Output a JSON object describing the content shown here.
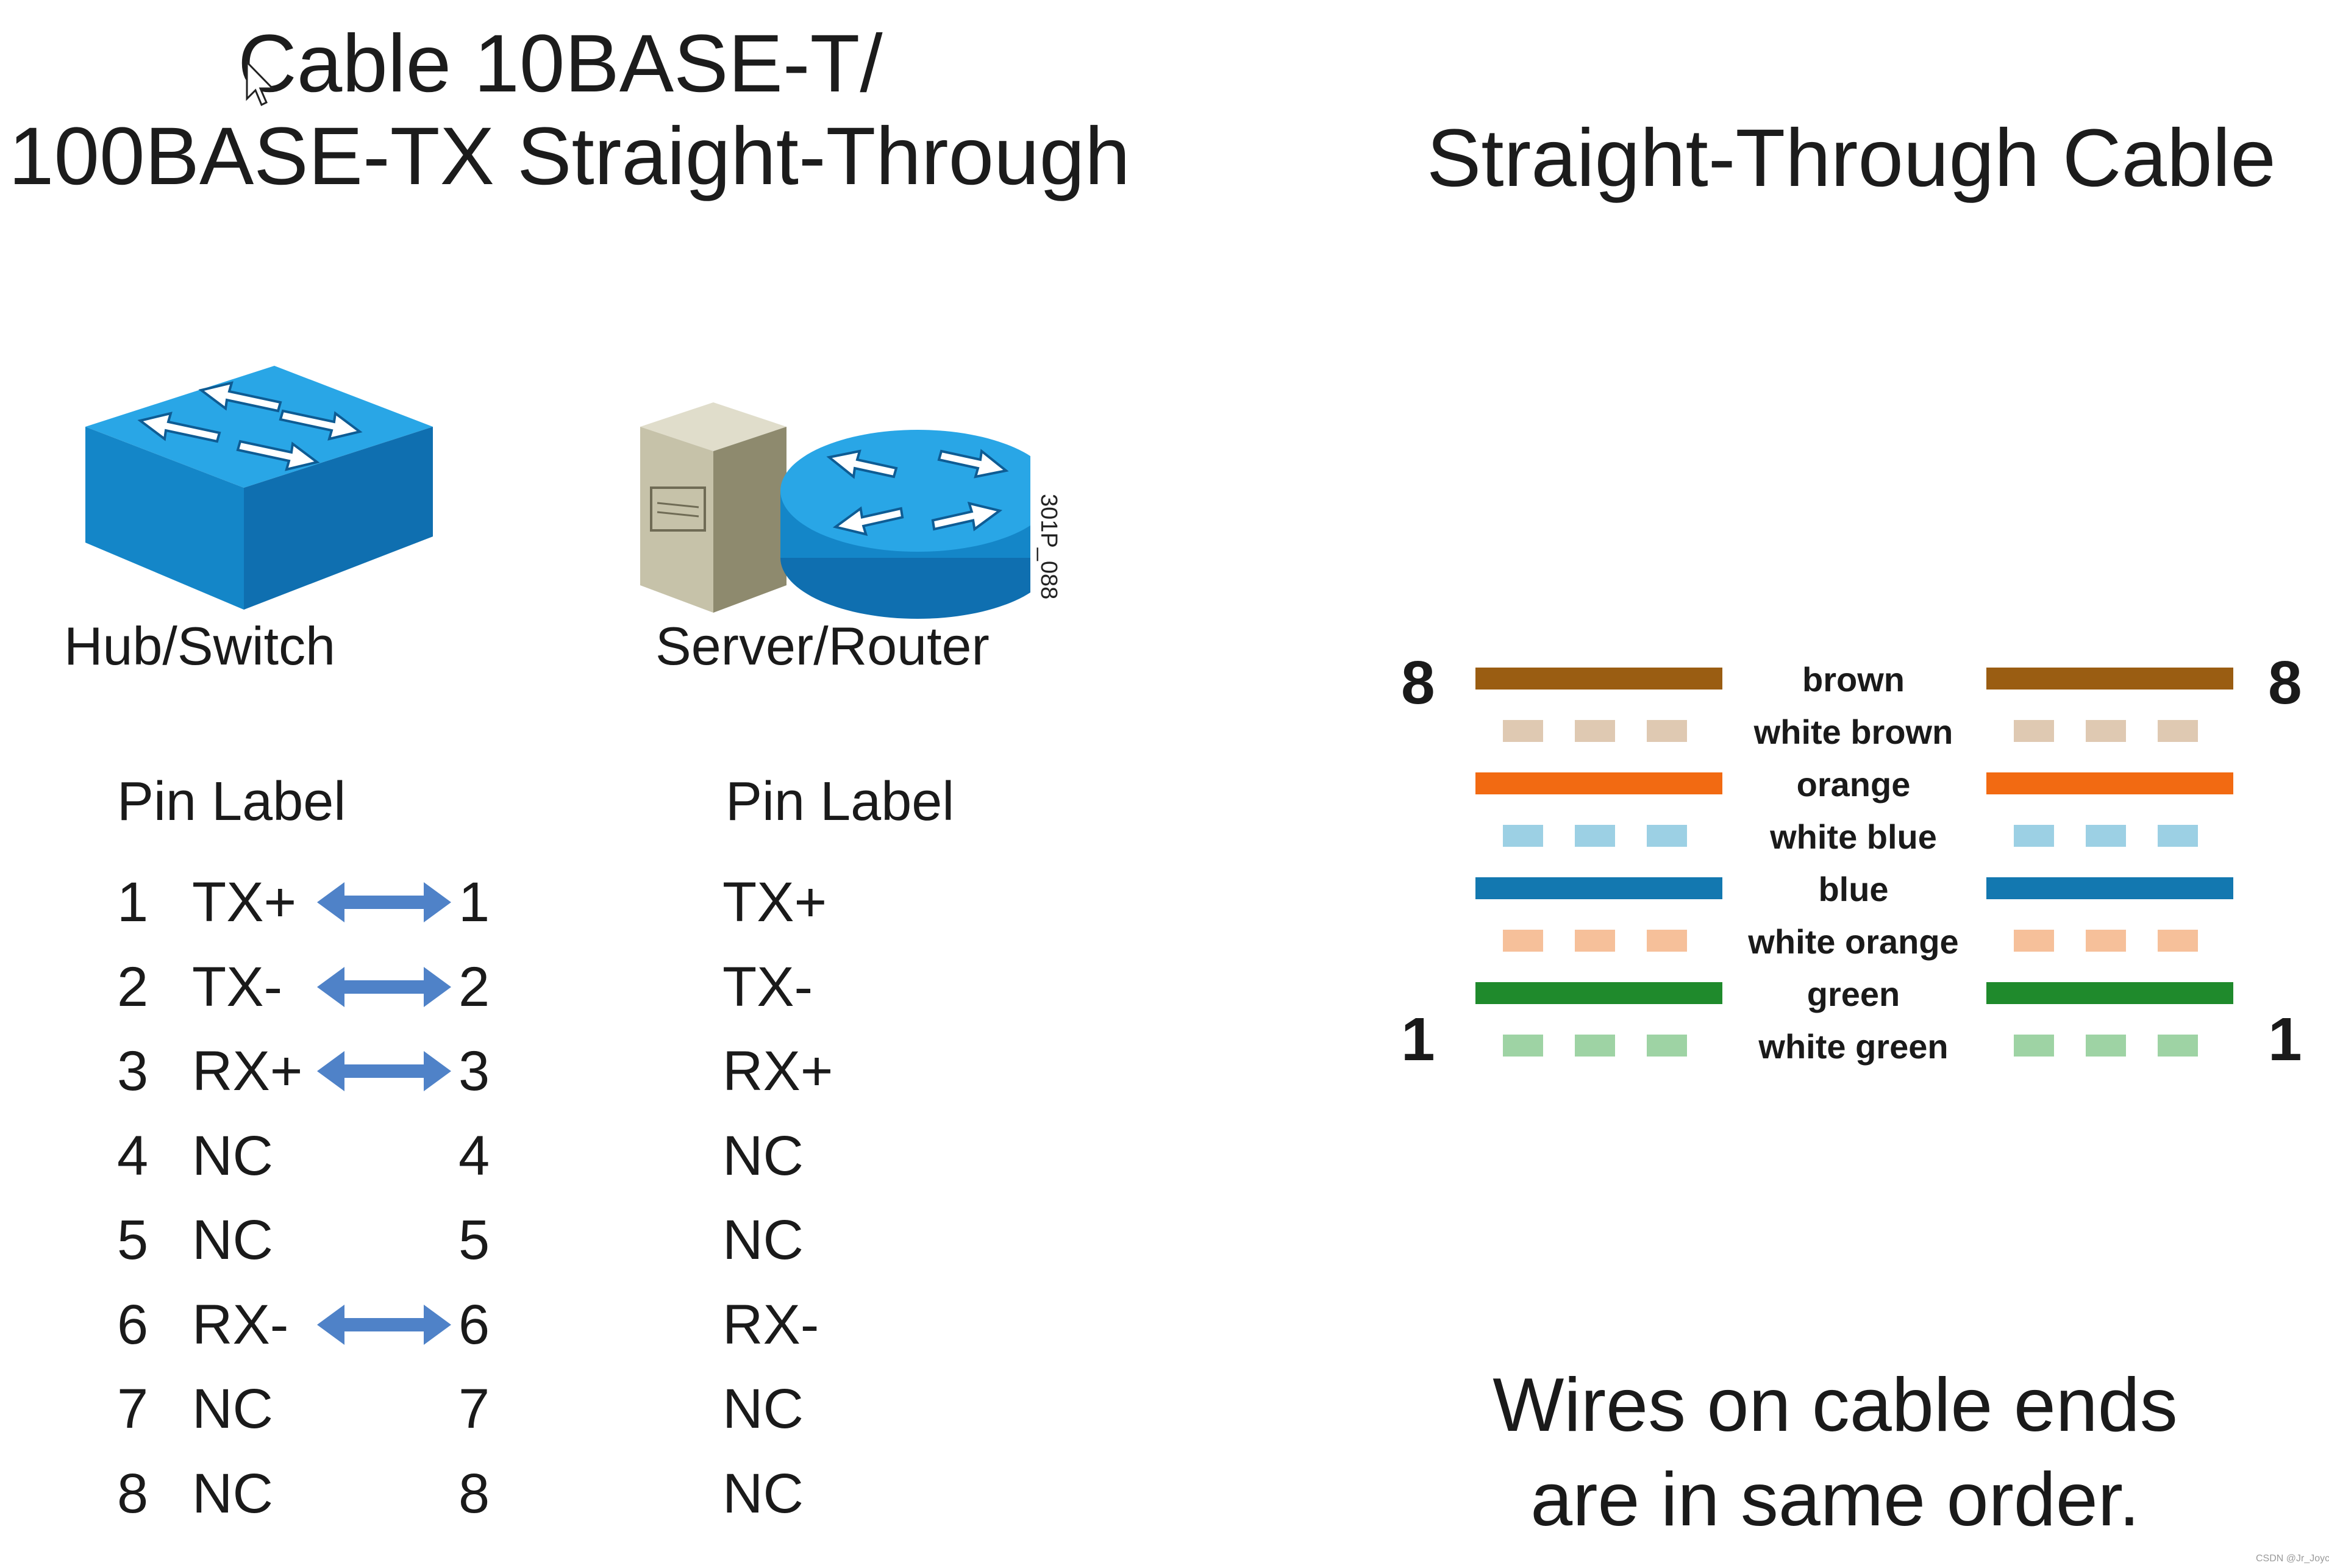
{
  "left_title": {
    "line1": "Cable 10BASE-T/",
    "line2": "100BASE-TX Straight-Through"
  },
  "right_title": "Straight-Through Cable",
  "devices": {
    "hub_label": "Hub/Switch",
    "server_label": "Server/Router",
    "figure_code": "301P_088"
  },
  "pin_table": {
    "left_header": "Pin Label",
    "right_header": "Pin Label",
    "rows": [
      {
        "left_pin": "1",
        "left_label": "TX+",
        "arrow": true,
        "right_pin": "1",
        "right_label": "TX+"
      },
      {
        "left_pin": "2",
        "left_label": "TX-",
        "arrow": true,
        "right_pin": "2",
        "right_label": "TX-"
      },
      {
        "left_pin": "3",
        "left_label": "RX+",
        "arrow": true,
        "right_pin": "3",
        "right_label": "RX+"
      },
      {
        "left_pin": "4",
        "left_label": "NC",
        "arrow": false,
        "right_pin": "4",
        "right_label": "NC"
      },
      {
        "left_pin": "5",
        "left_label": "NC",
        "arrow": false,
        "right_pin": "5",
        "right_label": "NC"
      },
      {
        "left_pin": "6",
        "left_label": "RX-",
        "arrow": true,
        "right_pin": "6",
        "right_label": "RX-"
      },
      {
        "left_pin": "7",
        "left_label": "NC",
        "arrow": false,
        "right_pin": "7",
        "right_label": "NC"
      },
      {
        "left_pin": "8",
        "left_label": "NC",
        "arrow": false,
        "right_pin": "8",
        "right_label": "NC"
      }
    ]
  },
  "wiring": {
    "top_pin": "8",
    "bottom_pin": "1",
    "wires": [
      {
        "name": "brown",
        "style": "solid",
        "color": "#9a5d12"
      },
      {
        "name": "white brown",
        "style": "dashed",
        "color": "#dfc9b2"
      },
      {
        "name": "orange",
        "style": "solid",
        "color": "#f26a12"
      },
      {
        "name": "white blue",
        "style": "dashed",
        "color": "#9cd0e4"
      },
      {
        "name": "blue",
        "style": "solid",
        "color": "#1378b0"
      },
      {
        "name": "white orange",
        "style": "dashed",
        "color": "#f6c09a"
      },
      {
        "name": "green",
        "style": "solid",
        "color": "#1f8a2c"
      },
      {
        "name": "white green",
        "style": "dashed",
        "color": "#9ed3a4"
      }
    ]
  },
  "note": {
    "line1": "Wires on cable ends",
    "line2": "are in same order."
  },
  "watermark": "CSDN @Jr_Joyce",
  "colors": {
    "arrow": "#4f82c8",
    "device_blue": "#1a9ee0",
    "server_beige": "#c9c5ad"
  }
}
